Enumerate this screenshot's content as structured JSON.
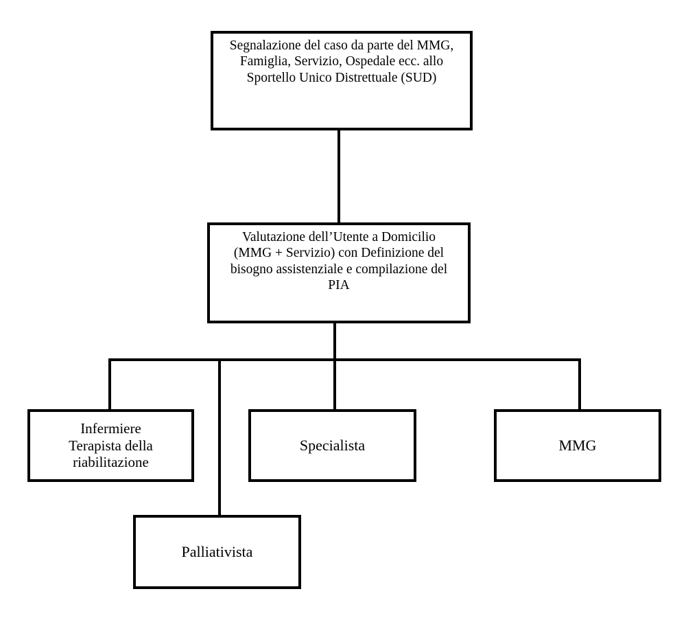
{
  "diagram": {
    "nodes": {
      "segnalazione": {
        "lines": [
          "Segnalazione del caso da parte del MMG,",
          "Famiglia, Servizio, Ospedale ecc. allo",
          "Sportello Unico Distrettuale (SUD)"
        ]
      },
      "valutazione": {
        "lines": [
          "Valutazione dell’Utente a Domicilio",
          "(MMG + Servizio) con Definizione del",
          "bisogno assistenziale e compilazione del",
          "PIA"
        ]
      },
      "infermiere": {
        "lines": [
          "Infermiere",
          "Terapista della",
          "riabilitazione"
        ]
      },
      "specialista": {
        "lines": [
          "Specialista"
        ]
      },
      "mmg": {
        "lines": [
          "MMG"
        ]
      },
      "palliativista": {
        "lines": [
          "Palliativista"
        ]
      }
    },
    "edges": [
      {
        "from": "segnalazione",
        "to": "valutazione"
      },
      {
        "from": "valutazione",
        "to": "infermiere"
      },
      {
        "from": "valutazione",
        "to": "specialista"
      },
      {
        "from": "valutazione",
        "to": "mmg"
      },
      {
        "from": "valutazione",
        "to": "palliativista"
      }
    ]
  }
}
